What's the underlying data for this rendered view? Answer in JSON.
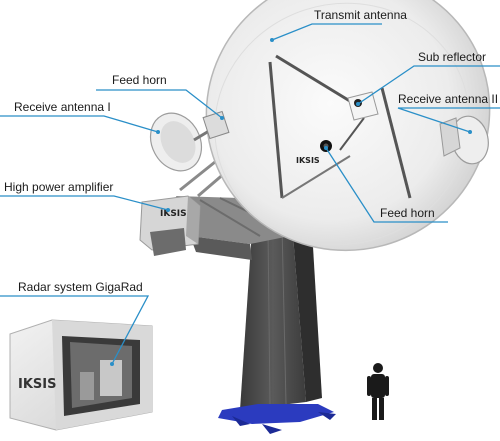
{
  "labels": {
    "transmit_antenna": "Transmit antenna",
    "sub_reflector": "Sub reflector",
    "feed_horn_top": "Feed horn",
    "receive_antenna_1": "Receive antenna I",
    "receive_antenna_2": "Receive antenna II",
    "high_power_amplifier": "High power amplifier",
    "feed_horn_right": "Feed horn",
    "radar_system": "Radar system GigaRad"
  },
  "logo": {
    "text": "IKSIS"
  },
  "colors": {
    "leader_line": "#2a8fc8",
    "dish": "#eeeeee",
    "tower": "#4a4a4a",
    "tower_base": "#2b3bbf",
    "figure": "#1a1a1a"
  }
}
